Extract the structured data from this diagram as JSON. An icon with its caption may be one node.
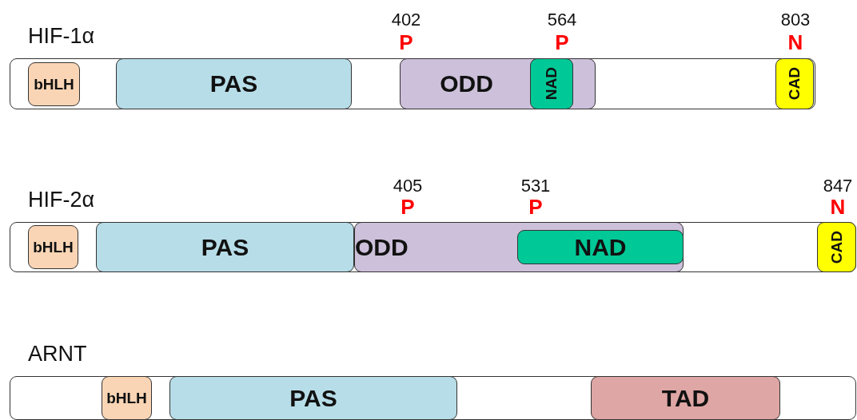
{
  "diagram": {
    "nodes": [
      {
        "text": [
          "HIF-1α"
        ]
      },
      {
        "text": [
          "bHLH"
        ],
        "in": 0
      },
      {
        "text": [
          "PAS"
        ],
        "in": 0
      },
      {
        "text": [
          "ODD"
        ],
        "in": 0
      },
      {
        "text": [
          "NAD"
        ],
        "in": 3
      },
      {
        "text": [
          "CAD"
        ],
        "in": 0
      },
      {
        "text": [
          "HIF-2α"
        ]
      },
      {
        "text": [
          "bHLH"
        ],
        "in": 6
      },
      {
        "text": [
          "PAS"
        ],
        "in": 6
      },
      {
        "text": [
          "ODD"
        ],
        "in": 6
      },
      {
        "text": [
          "NAD"
        ],
        "in": 9
      },
      {
        "text": [
          "CAD"
        ],
        "in": 6
      },
      {
        "text": [
          "ARNT"
        ]
      },
      {
        "text": [
          "bHLH"
        ],
        "in": 12
      },
      {
        "text": [
          "PAS"
        ],
        "in": 12
      },
      {
        "text": [
          "TAD"
        ],
        "in": 12
      }
    ],
    "edges": [],
    "labels": [
      "402",
      "P",
      "564",
      "P",
      "803",
      "N",
      "405",
      "P",
      "531",
      "P",
      "847",
      "N"
    ]
  }
}
